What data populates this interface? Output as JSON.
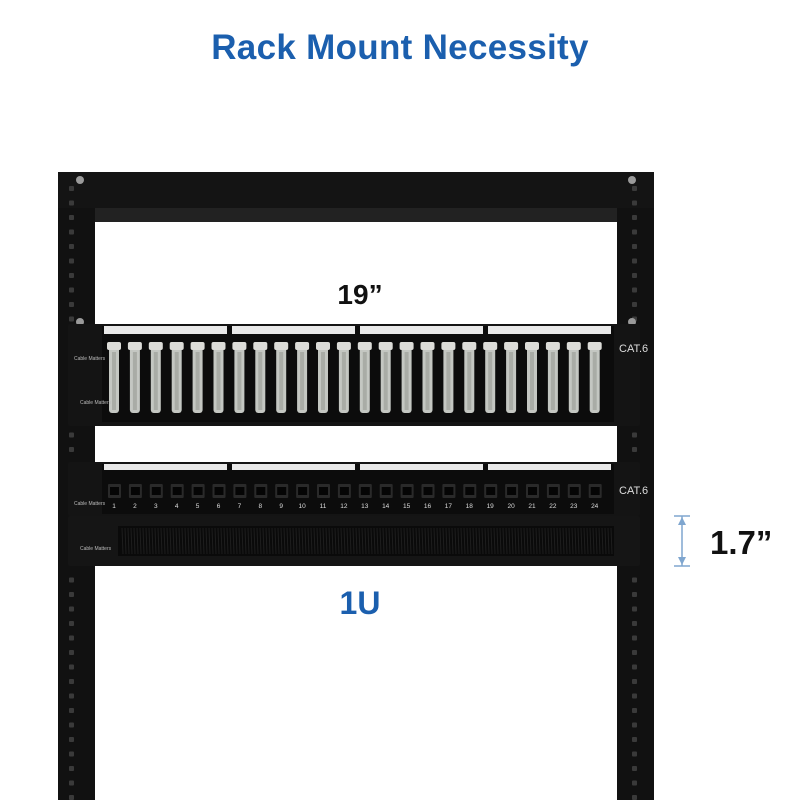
{
  "title": "Rack Mount Necessity",
  "width_label": "19”",
  "height_label": "1.7”",
  "unit_label": "1U",
  "brand_text": "Cable Matters",
  "cat_label_top": "CAT.6",
  "cat_label_bottom": "CAT.6",
  "port_numbers": [
    "1",
    "2",
    "3",
    "4",
    "5",
    "6",
    "7",
    "8",
    "9",
    "10",
    "11",
    "12",
    "13",
    "14",
    "15",
    "16",
    "17",
    "18",
    "19",
    "20",
    "21",
    "22",
    "23",
    "24"
  ],
  "colors": {
    "title": "#1b5fae",
    "unit_label": "#1b5fae",
    "rack": "#111111",
    "panel": "#151515",
    "keystone": "#c4c7c2",
    "dimension_line": "#7fa6cf"
  }
}
